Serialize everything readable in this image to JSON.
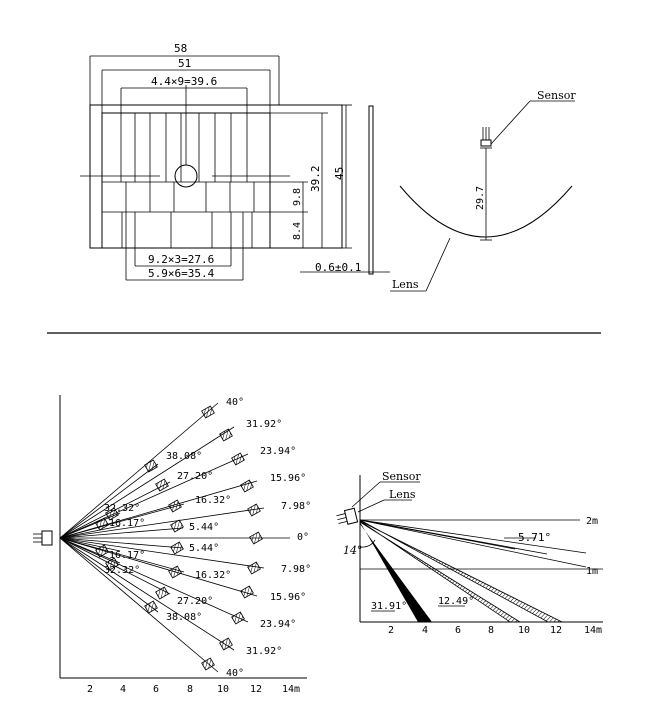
{
  "lens_drawing": {
    "dims": {
      "overall_width": "58",
      "inner_width": "51",
      "top_pitch": "4.4×9=39.6",
      "height_inner": "39.2",
      "height_overall": "45",
      "row_a": "9.8",
      "row_b": "8.4",
      "bottom_pitch_a": "9.2×3=27.6",
      "bottom_pitch_b": "5.9×6=35.4",
      "thickness": "0.6±0.1",
      "focal": "29.7"
    },
    "labels": {
      "sensor": "Sensor",
      "lens": "Lens"
    }
  },
  "top_view": {
    "angles_upper": [
      "40°",
      "31.92°",
      "38.08°",
      "23.94°",
      "27.20°",
      "15.96°",
      "16.32°",
      "7.98°",
      "32.32°",
      "16.17°",
      "5.44°"
    ],
    "angle_zero": "0°",
    "angles_lower": [
      "5.44°",
      "16.17°",
      "32.32°",
      "7.98°",
      "16.32°",
      "15.96°",
      "27.20°",
      "23.94°",
      "38.08°",
      "31.92°",
      "40°"
    ],
    "x_ticks": [
      "2",
      "4",
      "6",
      "8",
      "10",
      "12",
      "14m"
    ]
  },
  "side_view": {
    "labels": {
      "sensor": "Sensor",
      "lens": "Lens",
      "height_2m": "2m",
      "height_1m": "1m",
      "angle_tilt": "14°",
      "angle_a": "5.71°",
      "angle_b": "12.49°",
      "angle_c": "31.91°"
    },
    "x_ticks": [
      "2",
      "4",
      "6",
      "8",
      "10",
      "12",
      "14m"
    ]
  }
}
